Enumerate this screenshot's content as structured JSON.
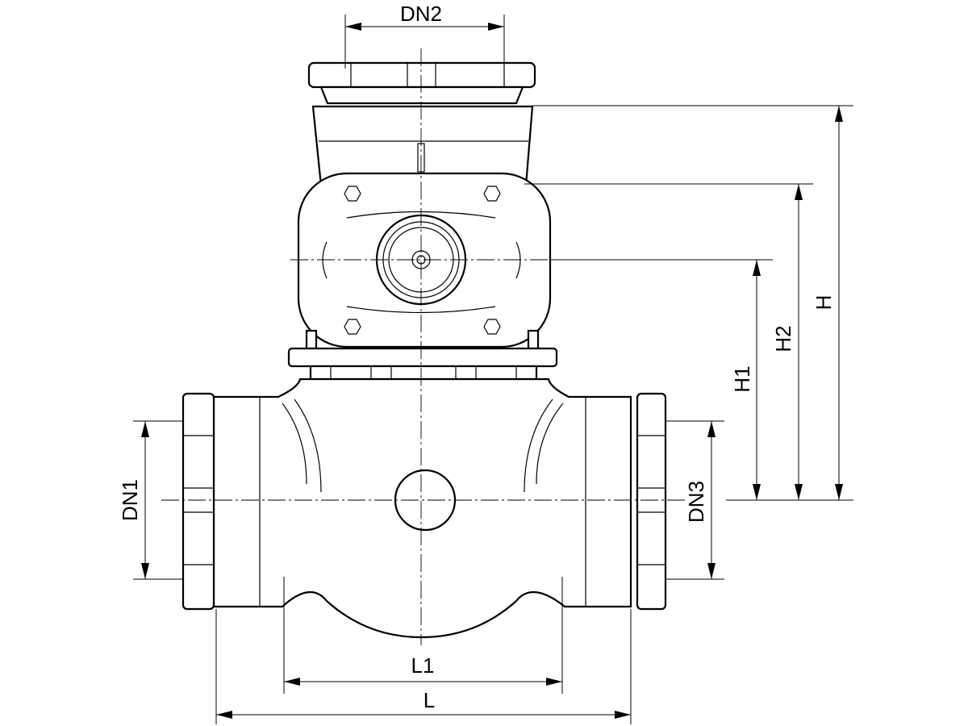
{
  "dimensions": {
    "dn2": "DN2",
    "h": "H",
    "h2": "H2",
    "h1": "H1",
    "dn1": "DN1",
    "dn3": "DN3",
    "l1": "L1",
    "l": "L"
  },
  "colors": {
    "line": "#000000",
    "background": "#ffffff"
  }
}
